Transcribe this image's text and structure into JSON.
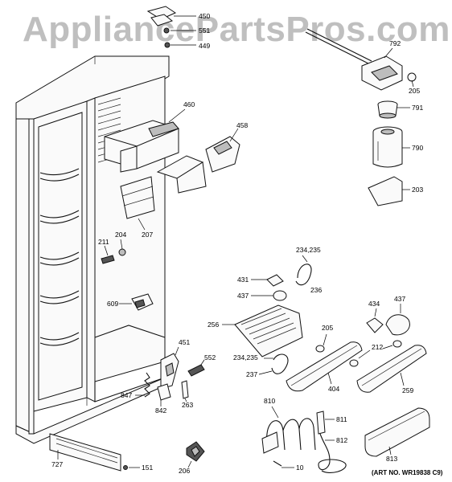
{
  "watermark": "AppliancePartsPros.com",
  "art_number": "(ART NO. WR19838 C9)",
  "part_labels": {
    "p450": "450",
    "p551": "551",
    "p449": "449",
    "p792": "792",
    "p205a": "205",
    "p791": "791",
    "p790": "790",
    "p203": "203",
    "p460": "460",
    "p458": "458",
    "p207": "207",
    "p211": "211",
    "p204": "204",
    "p609": "609",
    "p234a": "234,235",
    "p236": "236",
    "p431": "431",
    "p437a": "437",
    "p256": "256",
    "p205b": "205",
    "p434": "434",
    "p437b": "437",
    "p212": "212",
    "p451": "451",
    "p552": "552",
    "p234b": "234,235",
    "p237": "237",
    "p404": "404",
    "p259": "259",
    "p847": "847",
    "p842": "842",
    "p263": "263",
    "p810": "810",
    "p811": "811",
    "p812": "812",
    "p10": "10",
    "p813": "813",
    "p727": "727",
    "p151": "151",
    "p206": "206"
  }
}
